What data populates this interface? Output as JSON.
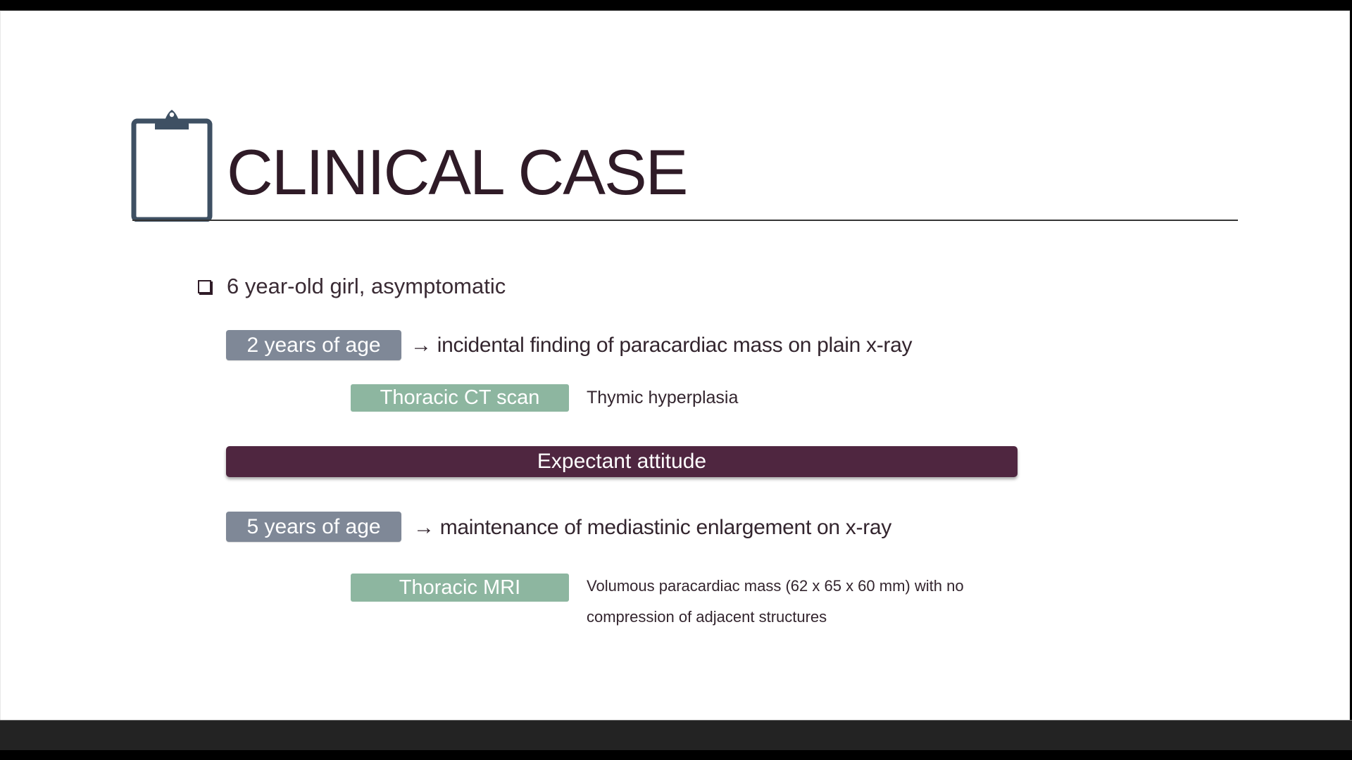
{
  "slide": {
    "title": "CLINICAL CASE",
    "icon": "clipboard-icon",
    "bullet": {
      "icon": "checkbox-square-icon",
      "text": "6 year-old girl, asymptomatic"
    },
    "timeline": [
      {
        "age_label": "2 years of age",
        "finding": "→ incidental finding of paracardiac mass on plain x-ray",
        "exam": {
          "label": "Thoracic CT scan",
          "result": "Thymic hyperplasia"
        }
      },
      {
        "decision": "Expectant attitude"
      },
      {
        "age_label": "5 years of age",
        "finding": "→ maintenance of mediastinic enlargement on x-ray",
        "exam": {
          "label": "Thoracic MRI",
          "result": "Volumous paracardiac mass (62 x 65 x 60 mm) with no compression of adjacent structures"
        }
      }
    ]
  },
  "colors": {
    "title": "#2f1b27",
    "age_badge": "#7f8897",
    "exam_badge": "#8db6a0",
    "decision_bar": "#4f2640",
    "clipboard": "#3e5063",
    "rule": "#353535"
  }
}
